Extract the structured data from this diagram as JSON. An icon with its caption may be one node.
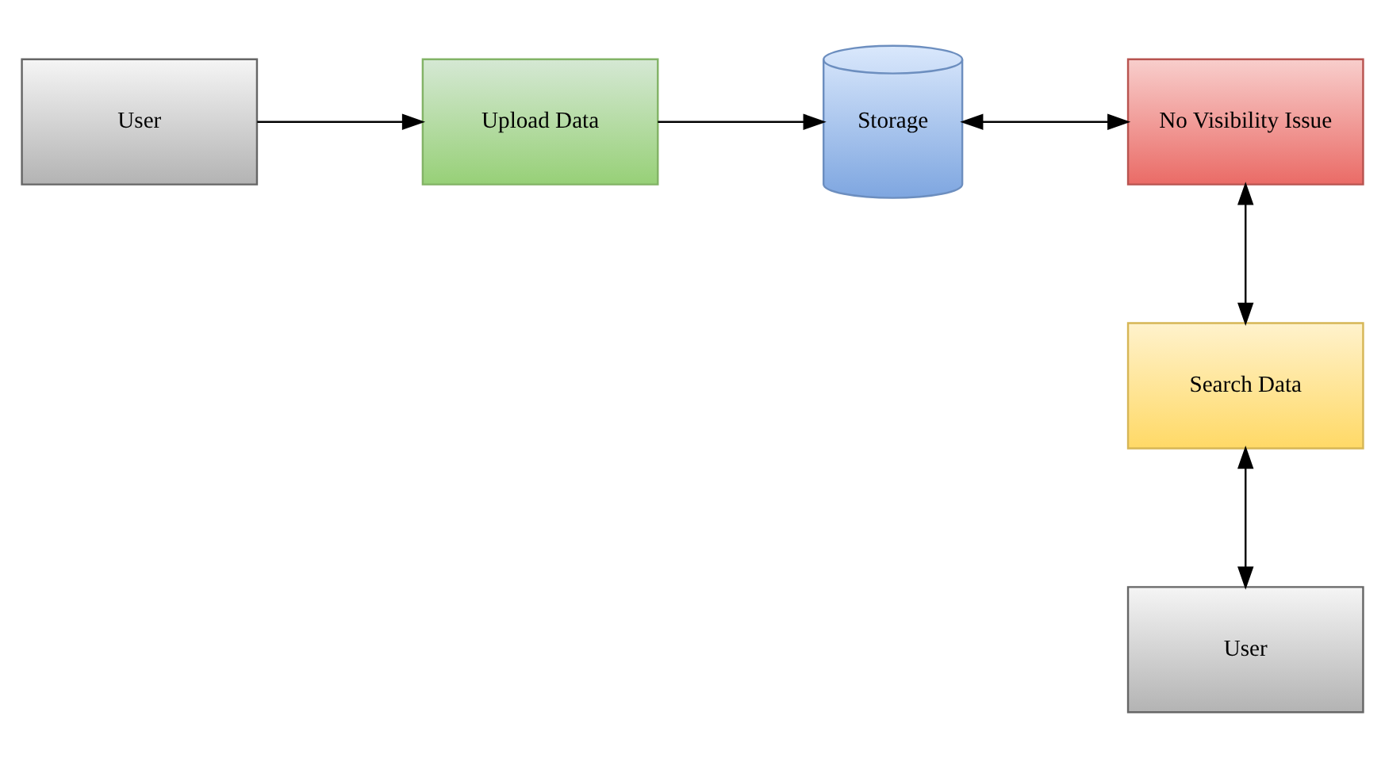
{
  "diagram": {
    "nodes": [
      {
        "text": [
          "User"
        ]
      },
      {
        "text": [
          "Upload Data"
        ]
      },
      {
        "text": [
          "Storage"
        ]
      },
      {
        "text": [
          "No Visibility Issue"
        ]
      },
      {
        "text": [
          "Search Data"
        ]
      },
      {
        "text": [
          "User"
        ]
      }
    ],
    "edges": [
      {
        "from": 0,
        "to": 1,
        "arrow": "to"
      },
      {
        "from": 1,
        "to": 2,
        "arrow": "to"
      },
      {
        "from": 2,
        "to": 3,
        "arrow": "both"
      },
      {
        "from": 3,
        "to": 4,
        "arrow": "both"
      },
      {
        "from": 4,
        "to": 5,
        "arrow": "both"
      }
    ]
  }
}
